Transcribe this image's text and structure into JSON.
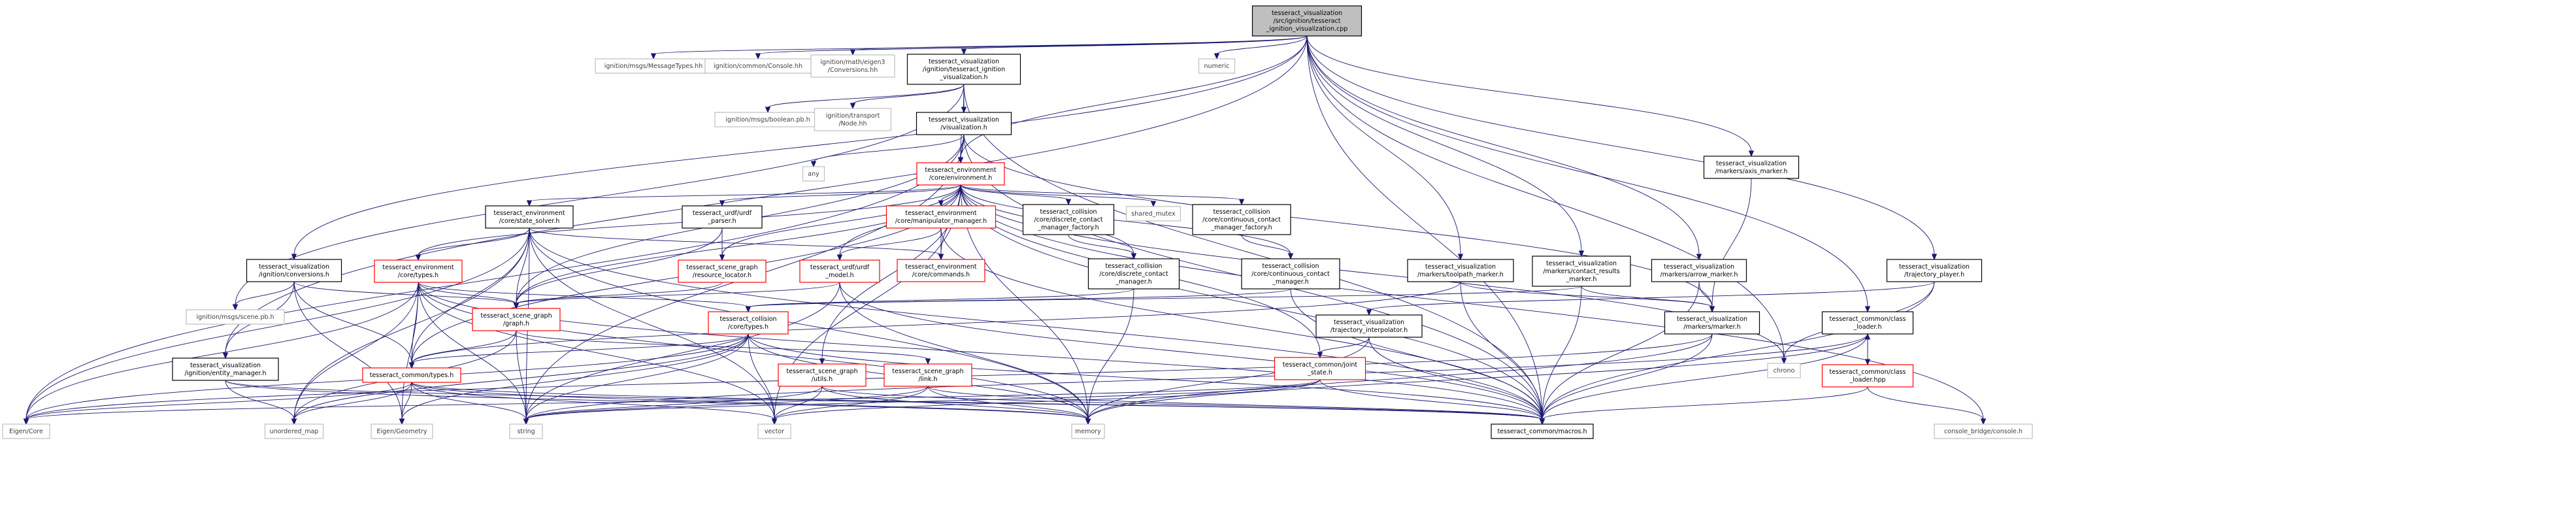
{
  "diagram": {
    "colors": {
      "edge": "#191970",
      "root_fill": "#bfbfbf",
      "root_border": "#000000",
      "local_border": "#000000",
      "documented_border": "#ff0000",
      "external_border": "#bfbfbf",
      "external_text": "#404040",
      "text": "#000000"
    },
    "nodes": [
      {
        "id": "root",
        "kind": "root",
        "lines": [
          "tesseract_visualization",
          "/src/ignition/tesseract",
          "_ignition_visualization.cpp"
        ]
      },
      {
        "id": "msg_message_types",
        "kind": "external",
        "lines": [
          "ignition/msgs/MessageTypes.hh"
        ]
      },
      {
        "id": "common_console",
        "kind": "external",
        "lines": [
          "ignition/common/Console.hh"
        ]
      },
      {
        "id": "math_eigen3",
        "kind": "external",
        "lines": [
          "ignition/math/eigen3",
          "/Conversions.hh"
        ]
      },
      {
        "id": "tig_vis_h",
        "kind": "local",
        "lines": [
          "tesseract_visualization",
          "/ignition/tesseract_ignition",
          "_visualization.h"
        ]
      },
      {
        "id": "numeric",
        "kind": "external",
        "lines": [
          "numeric"
        ]
      },
      {
        "id": "msgs_boolean",
        "kind": "external",
        "lines": [
          "ignition/msgs/boolean.pb.h"
        ]
      },
      {
        "id": "transport_node",
        "kind": "external",
        "lines": [
          "ignition/transport",
          "/Node.hh"
        ]
      },
      {
        "id": "visualization_h",
        "kind": "local",
        "lines": [
          "tesseract_visualization",
          "/visualization.h"
        ]
      },
      {
        "id": "any",
        "kind": "external",
        "lines": [
          "any"
        ]
      },
      {
        "id": "environment_h",
        "kind": "documented",
        "lines": [
          "tesseract_environment",
          "/core/environment.h"
        ]
      },
      {
        "id": "axis_marker",
        "kind": "local",
        "lines": [
          "tesseract_visualization",
          "/markers/axis_marker.h"
        ]
      },
      {
        "id": "state_solver",
        "kind": "local",
        "lines": [
          "tesseract_environment",
          "/core/state_solver.h"
        ]
      },
      {
        "id": "urdf_parser",
        "kind": "local",
        "lines": [
          "tesseract_urdf/urdf",
          "_parser.h"
        ]
      },
      {
        "id": "manipulator_manager",
        "kind": "documented",
        "lines": [
          "tesseract_environment",
          "/core/manipulator_manager.h"
        ]
      },
      {
        "id": "discrete_factory",
        "kind": "local",
        "lines": [
          "tesseract_collision",
          "/core/discrete_contact",
          "_manager_factory.h"
        ]
      },
      {
        "id": "shared_mutex",
        "kind": "external",
        "lines": [
          "shared_mutex"
        ]
      },
      {
        "id": "continuous_factory",
        "kind": "local",
        "lines": [
          "tesseract_collision",
          "/core/continuous_contact",
          "_manager_factory.h"
        ]
      },
      {
        "id": "ign_conversions",
        "kind": "local",
        "lines": [
          "tesseract_visualization",
          "/ignition/conversions.h"
        ]
      },
      {
        "id": "env_types",
        "kind": "documented",
        "lines": [
          "tesseract_environment",
          "/core/types.h"
        ]
      },
      {
        "id": "resource_locator",
        "kind": "documented",
        "lines": [
          "tesseract_scene_graph",
          "/resource_locator.h"
        ]
      },
      {
        "id": "env_commands",
        "kind": "documented",
        "lines": [
          "tesseract_environment",
          "/core/commands.h"
        ]
      },
      {
        "id": "urdf_model",
        "kind": "documented",
        "lines": [
          "tesseract_urdf/urdf",
          "_model.h"
        ]
      },
      {
        "id": "discrete_manager",
        "kind": "local",
        "lines": [
          "tesseract_collision",
          "/core/discrete_contact",
          "_manager.h"
        ]
      },
      {
        "id": "continuous_manager",
        "kind": "local",
        "lines": [
          "tesseract_collision",
          "/core/continuous_contact",
          "_manager.h"
        ]
      },
      {
        "id": "toolpath_marker",
        "kind": "local",
        "lines": [
          "tesseract_visualization",
          "/markers/toolpath_marker.h"
        ]
      },
      {
        "id": "contact_results_marker",
        "kind": "local",
        "lines": [
          "tesseract_visualization",
          "/markers/contact_results",
          "_marker.h"
        ]
      },
      {
        "id": "arrow_marker",
        "kind": "local",
        "lines": [
          "tesseract_visualization",
          "/markers/arrow_marker.h"
        ]
      },
      {
        "id": "trajectory_player",
        "kind": "local",
        "lines": [
          "tesseract_visualization",
          "/trajectory_player.h"
        ]
      },
      {
        "id": "msgs_scene_pb",
        "kind": "external",
        "lines": [
          "ignition/msgs/scene.pb.h"
        ]
      },
      {
        "id": "scene_graph_graph",
        "kind": "documented",
        "lines": [
          "tesseract_scene_graph",
          "/graph.h"
        ]
      },
      {
        "id": "collision_types",
        "kind": "documented",
        "lines": [
          "tesseract_collision",
          "/core/types.h"
        ]
      },
      {
        "id": "trajectory_interpolator",
        "kind": "local",
        "lines": [
          "tesseract_visualization",
          "/trajectory_interpolator.h"
        ]
      },
      {
        "id": "marker_h",
        "kind": "local",
        "lines": [
          "tesseract_visualization",
          "/markers/marker.h"
        ]
      },
      {
        "id": "class_loader_h",
        "kind": "local",
        "lines": [
          "tesseract_common/class",
          "_loader.h"
        ]
      },
      {
        "id": "entity_manager",
        "kind": "local",
        "lines": [
          "tesseract_visualization",
          "/ignition/entity_manager.h"
        ]
      },
      {
        "id": "common_types",
        "kind": "documented",
        "lines": [
          "tesseract_common/types.h"
        ]
      },
      {
        "id": "scene_graph_utils",
        "kind": "documented",
        "lines": [
          "tesseract_scene_graph",
          "/utils.h"
        ]
      },
      {
        "id": "scene_graph_link",
        "kind": "documented",
        "lines": [
          "tesseract_scene_graph",
          "/link.h"
        ]
      },
      {
        "id": "joint_state",
        "kind": "documented",
        "lines": [
          "tesseract_common/joint",
          "_state.h"
        ]
      },
      {
        "id": "chrono",
        "kind": "external",
        "lines": [
          "chrono"
        ]
      },
      {
        "id": "class_loader_hpp",
        "kind": "documented",
        "lines": [
          "tesseract_common/class",
          "_loader.hpp"
        ]
      },
      {
        "id": "eigen_core",
        "kind": "external",
        "lines": [
          "Eigen/Core"
        ]
      },
      {
        "id": "unordered_map",
        "kind": "external",
        "lines": [
          "unordered_map"
        ]
      },
      {
        "id": "eigen_geometry",
        "kind": "external",
        "lines": [
          "Eigen/Geometry"
        ]
      },
      {
        "id": "string",
        "kind": "external",
        "lines": [
          "string"
        ]
      },
      {
        "id": "vector",
        "kind": "external",
        "lines": [
          "vector"
        ]
      },
      {
        "id": "memory",
        "kind": "external",
        "lines": [
          "memory"
        ]
      },
      {
        "id": "macros",
        "kind": "local",
        "lines": [
          "tesseract_common/macros.h"
        ]
      },
      {
        "id": "console_bridge",
        "kind": "external",
        "lines": [
          "console_bridge/console.h"
        ]
      }
    ],
    "edges": [
      [
        "root",
        "msg_message_types"
      ],
      [
        "root",
        "common_console"
      ],
      [
        "root",
        "math_eigen3"
      ],
      [
        "root",
        "tig_vis_h"
      ],
      [
        "root",
        "numeric"
      ],
      [
        "root",
        "ign_conversions"
      ],
      [
        "root",
        "entity_manager"
      ],
      [
        "root",
        "axis_marker"
      ],
      [
        "root",
        "toolpath_marker"
      ],
      [
        "root",
        "contact_results_marker"
      ],
      [
        "root",
        "arrow_marker"
      ],
      [
        "root",
        "trajectory_player"
      ],
      [
        "root",
        "class_loader_h"
      ],
      [
        "root",
        "macros"
      ],
      [
        "root",
        "chrono"
      ],
      [
        "root",
        "environment_h"
      ],
      [
        "tig_vis_h",
        "msgs_boolean"
      ],
      [
        "tig_vis_h",
        "transport_node"
      ],
      [
        "tig_vis_h",
        "visualization_h"
      ],
      [
        "tig_vis_h",
        "environment_h"
      ],
      [
        "tig_vis_h",
        "msgs_scene_pb"
      ],
      [
        "tig_vis_h",
        "macros"
      ],
      [
        "visualization_h",
        "any"
      ],
      [
        "visualization_h",
        "environment_h"
      ],
      [
        "visualization_h",
        "marker_h"
      ],
      [
        "visualization_h",
        "scene_graph_graph"
      ],
      [
        "visualization_h",
        "eigen_core"
      ],
      [
        "visualization_h",
        "string"
      ],
      [
        "visualization_h",
        "macros"
      ],
      [
        "environment_h",
        "state_solver"
      ],
      [
        "environment_h",
        "urdf_parser"
      ],
      [
        "environment_h",
        "manipulator_manager"
      ],
      [
        "environment_h",
        "discrete_factory"
      ],
      [
        "environment_h",
        "shared_mutex"
      ],
      [
        "environment_h",
        "continuous_factory"
      ],
      [
        "environment_h",
        "env_types"
      ],
      [
        "environment_h",
        "env_commands"
      ],
      [
        "environment_h",
        "urdf_model"
      ],
      [
        "environment_h",
        "discrete_manager"
      ],
      [
        "environment_h",
        "continuous_manager"
      ],
      [
        "environment_h",
        "scene_graph_graph"
      ],
      [
        "environment_h",
        "scene_graph_utils"
      ],
      [
        "environment_h",
        "joint_state"
      ],
      [
        "environment_h",
        "common_types"
      ],
      [
        "environment_h",
        "resource_locator"
      ],
      [
        "environment_h",
        "chrono"
      ],
      [
        "environment_h",
        "console_bridge"
      ],
      [
        "environment_h",
        "memory"
      ],
      [
        "environment_h",
        "vector"
      ],
      [
        "environment_h",
        "macros"
      ],
      [
        "state_solver",
        "env_types"
      ],
      [
        "state_solver",
        "env_commands"
      ],
      [
        "state_solver",
        "scene_graph_graph"
      ],
      [
        "state_solver",
        "common_types"
      ],
      [
        "state_solver",
        "eigen_core"
      ],
      [
        "state_solver",
        "unordered_map"
      ],
      [
        "state_solver",
        "string"
      ],
      [
        "state_solver",
        "vector"
      ],
      [
        "state_solver",
        "memory"
      ],
      [
        "state_solver",
        "macros"
      ],
      [
        "urdf_parser",
        "resource_locator"
      ],
      [
        "urdf_parser",
        "scene_graph_graph"
      ],
      [
        "manipulator_manager",
        "env_commands"
      ],
      [
        "manipulator_manager",
        "urdf_model"
      ],
      [
        "manipulator_manager",
        "macros"
      ],
      [
        "discrete_factory",
        "discrete_manager"
      ],
      [
        "continuous_factory",
        "continuous_manager"
      ],
      [
        "ign_conversions",
        "msgs_scene_pb"
      ],
      [
        "ign_conversions",
        "scene_graph_graph"
      ],
      [
        "ign_conversions",
        "common_types"
      ],
      [
        "ign_conversions",
        "entity_manager"
      ],
      [
        "ign_conversions",
        "eigen_geometry"
      ],
      [
        "env_types",
        "scene_graph_graph"
      ],
      [
        "env_types",
        "collision_types"
      ],
      [
        "env_types",
        "common_types"
      ],
      [
        "env_types",
        "eigen_core"
      ],
      [
        "env_types",
        "eigen_geometry"
      ],
      [
        "env_types",
        "unordered_map"
      ],
      [
        "env_types",
        "string"
      ],
      [
        "env_types",
        "vector"
      ],
      [
        "env_types",
        "memory"
      ],
      [
        "env_types",
        "macros"
      ],
      [
        "resource_locator",
        "scene_graph_graph"
      ],
      [
        "urdf_model",
        "scene_graph_graph"
      ],
      [
        "urdf_model",
        "string"
      ],
      [
        "urdf_model",
        "memory"
      ],
      [
        "urdf_model",
        "macros"
      ],
      [
        "discrete_manager",
        "collision_types"
      ],
      [
        "discrete_manager",
        "memory"
      ],
      [
        "continuous_manager",
        "collision_types"
      ],
      [
        "continuous_manager",
        "macros"
      ],
      [
        "toolpath_marker",
        "marker_h"
      ],
      [
        "toolpath_marker",
        "common_types"
      ],
      [
        "toolpath_marker",
        "macros"
      ],
      [
        "contact_results_marker",
        "marker_h"
      ],
      [
        "contact_results_marker",
        "collision_types"
      ],
      [
        "contact_results_marker",
        "macros"
      ],
      [
        "arrow_marker",
        "marker_h"
      ],
      [
        "arrow_marker",
        "macros"
      ],
      [
        "trajectory_player",
        "trajectory_interpolator"
      ],
      [
        "trajectory_player",
        "chrono"
      ],
      [
        "trajectory_player",
        "macros"
      ],
      [
        "axis_marker",
        "marker_h"
      ],
      [
        "scene_graph_graph",
        "scene_graph_link"
      ],
      [
        "scene_graph_graph",
        "common_types"
      ],
      [
        "scene_graph_graph",
        "string"
      ],
      [
        "scene_graph_graph",
        "unordered_map"
      ],
      [
        "collision_types",
        "common_types"
      ],
      [
        "collision_types",
        "eigen_geometry"
      ],
      [
        "collision_types",
        "vector"
      ],
      [
        "collision_types",
        "memory"
      ],
      [
        "collision_types",
        "macros"
      ],
      [
        "collision_types",
        "eigen_core"
      ],
      [
        "collision_types",
        "unordered_map"
      ],
      [
        "collision_types",
        "string"
      ],
      [
        "trajectory_interpolator",
        "joint_state"
      ],
      [
        "trajectory_interpolator",
        "memory"
      ],
      [
        "trajectory_interpolator",
        "macros"
      ],
      [
        "marker_h",
        "memory"
      ],
      [
        "marker_h",
        "macros"
      ],
      [
        "marker_h",
        "eigen_core"
      ],
      [
        "class_loader_h",
        "class_loader_hpp"
      ],
      [
        "class_loader_h",
        "string"
      ],
      [
        "class_loader_h",
        "memory"
      ],
      [
        "class_loader_h",
        "macros"
      ],
      [
        "class_loader_hpp",
        "class_loader_h"
      ],
      [
        "class_loader_hpp",
        "console_bridge"
      ],
      [
        "class_loader_hpp",
        "macros"
      ],
      [
        "entity_manager",
        "unordered_map"
      ],
      [
        "entity_manager",
        "memory"
      ],
      [
        "entity_manager",
        "macros"
      ],
      [
        "common_types",
        "eigen_core"
      ],
      [
        "common_types",
        "unordered_map"
      ],
      [
        "common_types",
        "eigen_geometry"
      ],
      [
        "common_types",
        "string"
      ],
      [
        "common_types",
        "vector"
      ],
      [
        "common_types",
        "memory"
      ],
      [
        "common_types",
        "macros"
      ],
      [
        "scene_graph_utils",
        "vector"
      ],
      [
        "scene_graph_utils",
        "memory"
      ],
      [
        "scene_graph_utils",
        "macros"
      ],
      [
        "scene_graph_utils",
        "string"
      ],
      [
        "scene_graph_link",
        "vector"
      ],
      [
        "scene_graph_link",
        "memory"
      ],
      [
        "scene_graph_link",
        "macros"
      ],
      [
        "scene_graph_link",
        "string"
      ],
      [
        "joint_state",
        "eigen_core"
      ],
      [
        "joint_state",
        "string"
      ],
      [
        "joint_state",
        "vector"
      ],
      [
        "joint_state",
        "macros"
      ]
    ]
  }
}
